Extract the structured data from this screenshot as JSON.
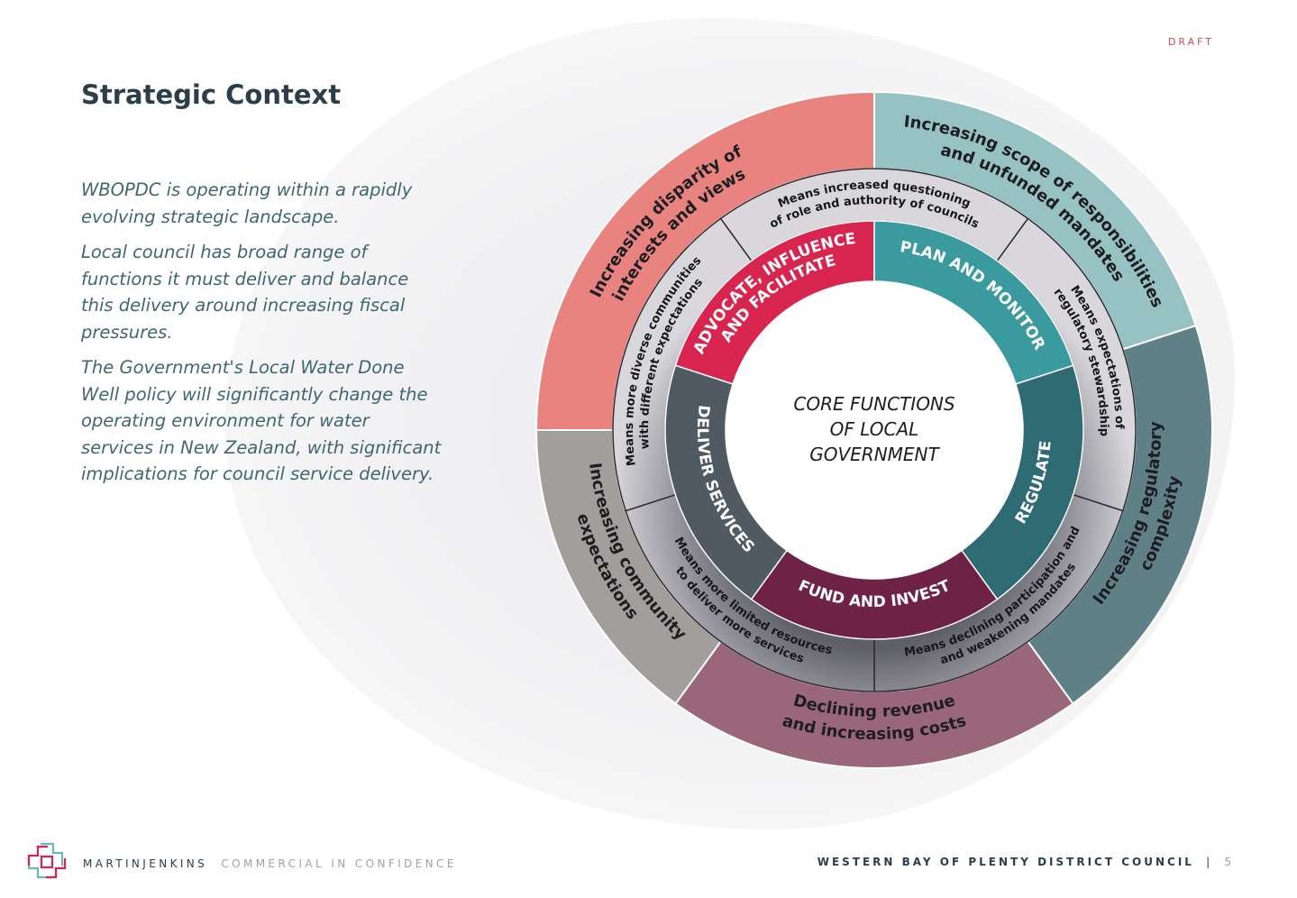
{
  "header": {
    "draft_label": "DRAFT",
    "title": "Strategic Context"
  },
  "body": {
    "paragraphs": [
      "WBOPDC is operating within a rapidly evolving strategic landscape.",
      "Local council has broad range of functions it must deliver and balance this delivery around increasing fiscal pressures.",
      "The Government's Local Water Done Well policy will significantly change the operating environment for water services in New Zealand, with significant implications for council service delivery."
    ]
  },
  "diagram": {
    "center_lines": [
      "CORE FUNCTIONS",
      "OF LOCAL",
      "GOVERNMENT"
    ],
    "core_functions": [
      {
        "lines": [
          "ADVOCATE, INFLUENCE",
          "AND FACILITATE"
        ],
        "color": "#d8254f"
      },
      {
        "lines": [
          "PLAN AND MONITOR"
        ],
        "color": "#3b9a9e"
      },
      {
        "lines": [
          "REGULATE"
        ],
        "color": "#2f6b72"
      },
      {
        "lines": [
          "FUND AND INVEST"
        ],
        "color": "#6e2245"
      },
      {
        "lines": [
          "DELIVER SERVICES"
        ],
        "color": "#505a62"
      }
    ],
    "implications": [
      {
        "lines": [
          "Means increased questioning",
          "of role and authority of councils"
        ]
      },
      {
        "lines": [
          "Means expectations of",
          "regulatory stewardship"
        ]
      },
      {
        "lines": [
          "Means declining participation and",
          "and weakening mandates"
        ]
      },
      {
        "lines": [
          "Means more limited resources",
          "to deliver more services"
        ]
      },
      {
        "lines": [
          "Means more diverse communities",
          "with different expectations"
        ]
      }
    ],
    "pressures": [
      {
        "lines": [
          "Increasing disparity of",
          "interests and views"
        ],
        "color": "#e98380"
      },
      {
        "lines": [
          "Increasing scope of responsibilities",
          "and unfunded mandates"
        ],
        "color": "#97c2c3"
      },
      {
        "lines": [
          "Increasing regulatory",
          "complexity"
        ],
        "color": "#5e8086"
      },
      {
        "lines": [
          "Declining revenue",
          "and increasing costs"
        ],
        "color": "#9a6679"
      },
      {
        "lines": [
          "Increasing community",
          "expectations"
        ],
        "color": "#a29e9b"
      }
    ]
  },
  "footer": {
    "brand_name": "MARTINJENKINS",
    "brand_tagline": "COMMERCIAL IN CONFIDENCE",
    "client": "WESTERN BAY OF PLENTY DISTRICT COUNCIL",
    "separator": "|",
    "page_number": "5",
    "logo_colors": [
      "#6bb7b6",
      "#d8254f"
    ]
  }
}
